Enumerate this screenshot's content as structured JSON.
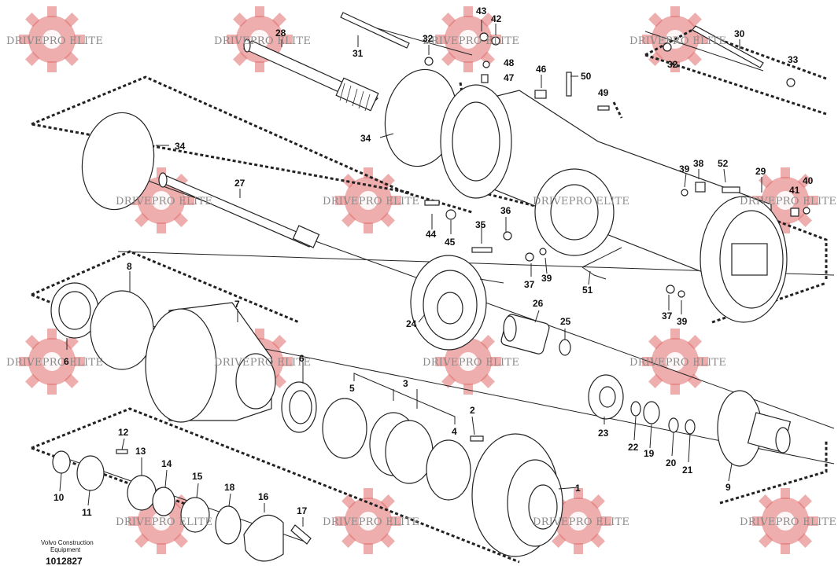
{
  "watermark": {
    "text": "DRIVEPRO ELITE",
    "color": "#e06b6b"
  },
  "footer": {
    "maker_line1": "Volvo Construction",
    "maker_line2": "Equipment",
    "doc_number": "1012827"
  },
  "callouts": [
    {
      "id": "c28",
      "label": "28"
    },
    {
      "id": "c31",
      "label": "31"
    },
    {
      "id": "c32a",
      "label": "32"
    },
    {
      "id": "c43",
      "label": "43"
    },
    {
      "id": "c42",
      "label": "42"
    },
    {
      "id": "c48",
      "label": "48"
    },
    {
      "id": "c47",
      "label": "47"
    },
    {
      "id": "c46",
      "label": "46"
    },
    {
      "id": "c50",
      "label": "50"
    },
    {
      "id": "c49",
      "label": "49"
    },
    {
      "id": "c30",
      "label": "30"
    },
    {
      "id": "c32b",
      "label": "32"
    },
    {
      "id": "c33",
      "label": "33"
    },
    {
      "id": "c34a",
      "label": "34"
    },
    {
      "id": "c34b",
      "label": "34"
    },
    {
      "id": "c27",
      "label": "27"
    },
    {
      "id": "c39a",
      "label": "39"
    },
    {
      "id": "c38",
      "label": "38"
    },
    {
      "id": "c52",
      "label": "52"
    },
    {
      "id": "c29",
      "label": "29"
    },
    {
      "id": "c41",
      "label": "41"
    },
    {
      "id": "c40",
      "label": "40"
    },
    {
      "id": "c36",
      "label": "36"
    },
    {
      "id": "c35",
      "label": "35"
    },
    {
      "id": "c44",
      "label": "44"
    },
    {
      "id": "c45",
      "label": "45"
    },
    {
      "id": "c37a",
      "label": "37"
    },
    {
      "id": "c39b",
      "label": "39"
    },
    {
      "id": "c51",
      "label": "51"
    },
    {
      "id": "c37b",
      "label": "37"
    },
    {
      "id": "c39c",
      "label": "39"
    },
    {
      "id": "c8",
      "label": "8"
    },
    {
      "id": "c7",
      "label": "7"
    },
    {
      "id": "c6a",
      "label": "6"
    },
    {
      "id": "c6b",
      "label": "6"
    },
    {
      "id": "c24",
      "label": "24"
    },
    {
      "id": "c26",
      "label": "26"
    },
    {
      "id": "c25",
      "label": "25"
    },
    {
      "id": "c5",
      "label": "5"
    },
    {
      "id": "c3",
      "label": "3"
    },
    {
      "id": "c2",
      "label": "2"
    },
    {
      "id": "c4",
      "label": "4"
    },
    {
      "id": "c23",
      "label": "23"
    },
    {
      "id": "c22",
      "label": "22"
    },
    {
      "id": "c19",
      "label": "19"
    },
    {
      "id": "c20",
      "label": "20"
    },
    {
      "id": "c21",
      "label": "21"
    },
    {
      "id": "c9",
      "label": "9"
    },
    {
      "id": "c12",
      "label": "12"
    },
    {
      "id": "c13",
      "label": "13"
    },
    {
      "id": "c14",
      "label": "14"
    },
    {
      "id": "c15",
      "label": "15"
    },
    {
      "id": "c10",
      "label": "10"
    },
    {
      "id": "c11",
      "label": "11"
    },
    {
      "id": "c18",
      "label": "18"
    },
    {
      "id": "c16",
      "label": "16"
    },
    {
      "id": "c17",
      "label": "17"
    },
    {
      "id": "c1",
      "label": "1"
    }
  ]
}
